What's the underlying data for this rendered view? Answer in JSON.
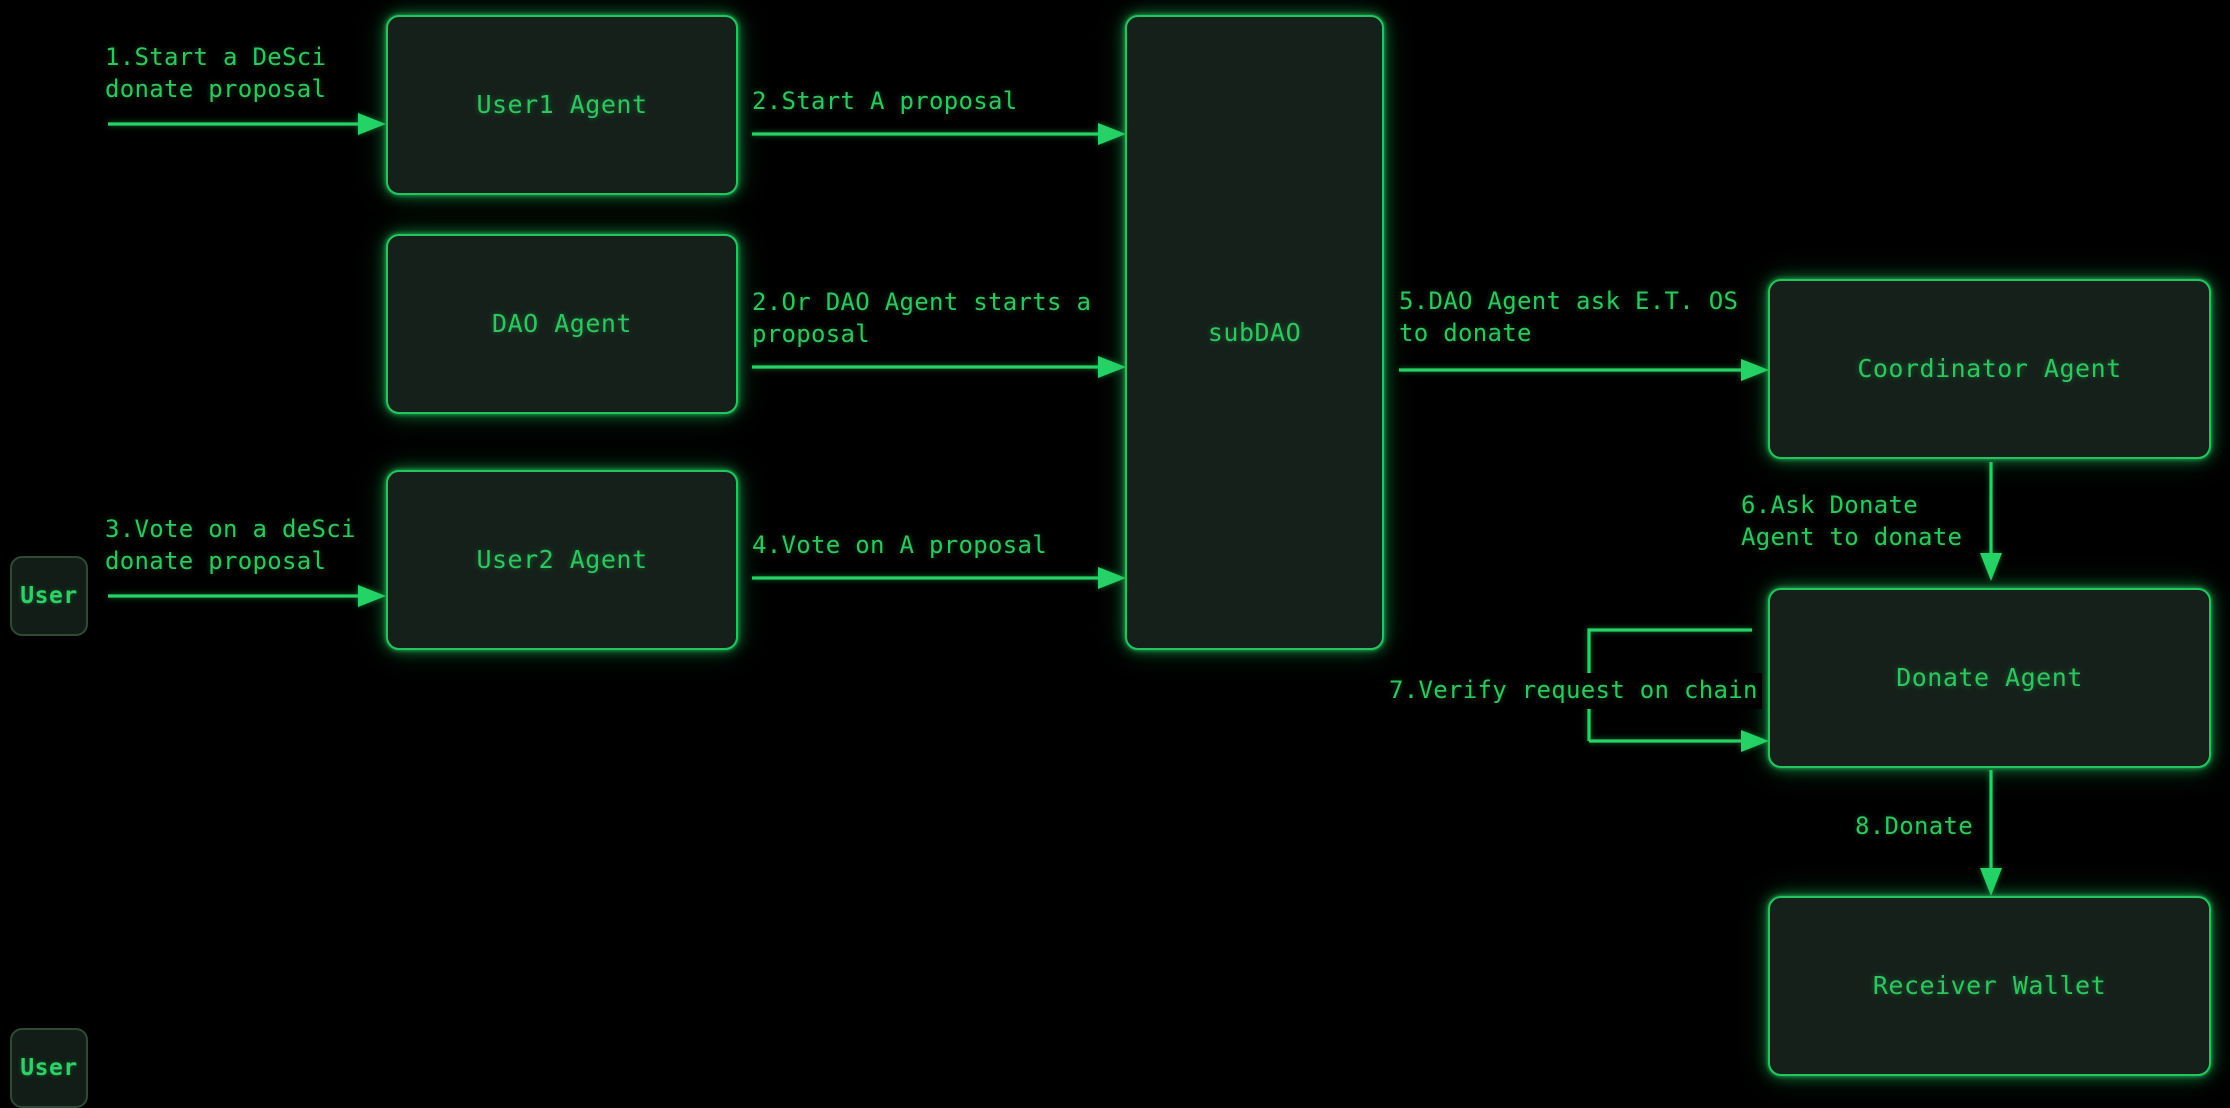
{
  "diagram": {
    "title": "DeSci DAO donation flow",
    "background": "#000000",
    "accent": "#22c55e",
    "node_fill": "#15201a",
    "text_color": "#2fc65f"
  },
  "nodes": [
    {
      "id": "user1",
      "label": "User",
      "kind": "user-pill"
    },
    {
      "id": "user2",
      "label": "User",
      "kind": "user-pill"
    },
    {
      "id": "user1_agent",
      "label": "User1 Agent",
      "kind": "box"
    },
    {
      "id": "dao_agent",
      "label": "DAO Agent",
      "kind": "box"
    },
    {
      "id": "user2_agent",
      "label": "User2 Agent",
      "kind": "box"
    },
    {
      "id": "subdao",
      "label": "subDAO",
      "kind": "box"
    },
    {
      "id": "coordinator_agent",
      "label": "Coordinator Agent",
      "kind": "box"
    },
    {
      "id": "donate_agent",
      "label": "Donate Agent",
      "kind": "box"
    },
    {
      "id": "receiver_wallet",
      "label": "Receiver Wallet",
      "kind": "box"
    }
  ],
  "edges": [
    {
      "id": "e1",
      "step": "1",
      "label": "1.Start a DeSci\ndonate proposal",
      "from": "user1",
      "to": "user1_agent"
    },
    {
      "id": "e2",
      "step": "2",
      "label": "2.Start A proposal",
      "from": "user1_agent",
      "to": "subdao"
    },
    {
      "id": "e3",
      "step": "2",
      "label": "2.Or DAO Agent starts a\nproposal",
      "from": "dao_agent",
      "to": "subdao"
    },
    {
      "id": "e4",
      "step": "3",
      "label": "3.Vote on a deSci\ndonate proposal",
      "from": "user2",
      "to": "user2_agent"
    },
    {
      "id": "e5",
      "step": "4",
      "label": "4.Vote on A proposal",
      "from": "user2_agent",
      "to": "subdao"
    },
    {
      "id": "e6",
      "step": "5",
      "label": "5.DAO Agent ask E.T. OS\nto donate",
      "from": "subdao",
      "to": "coordinator_agent"
    },
    {
      "id": "e7",
      "step": "6",
      "label": "6.Ask Donate\nAgent to donate",
      "from": "coordinator_agent",
      "to": "donate_agent"
    },
    {
      "id": "e8",
      "step": "7",
      "label": "7.Verify request on chain",
      "from": "donate_agent",
      "to": "donate_agent"
    },
    {
      "id": "e9",
      "step": "8",
      "label": "8.Donate",
      "from": "donate_agent",
      "to": "receiver_wallet"
    }
  ]
}
